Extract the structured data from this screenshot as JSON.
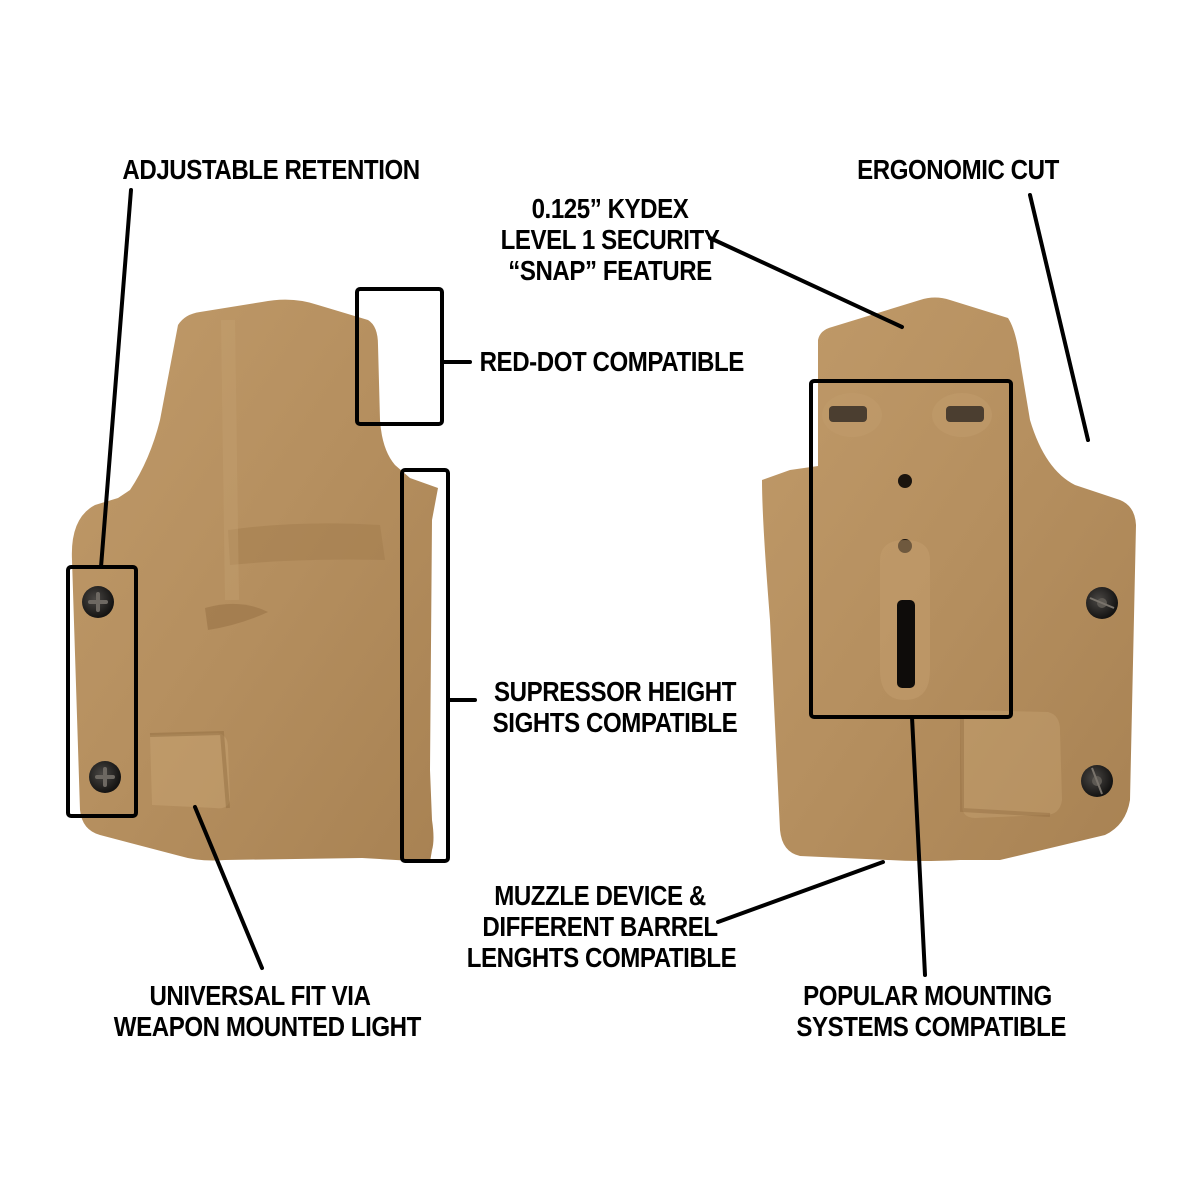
{
  "colors": {
    "background": "#ffffff",
    "kydex_tan": "#b58f5f",
    "kydex_shadow": "#9c7648",
    "kydex_highlight": "#c39e6e",
    "callout_line": "#000000",
    "hardware": "#1d1c1b"
  },
  "callouts": [
    {
      "id": "adjustable-retention",
      "lines": [
        "ADJUSTABLE RETENTION"
      ]
    },
    {
      "id": "kydex-security",
      "lines": [
        "0.125” KYDEX",
        "LEVEL 1 SECURITY",
        "“SNAP” FEATURE"
      ]
    },
    {
      "id": "ergonomic-cut",
      "lines": [
        "ERGONOMIC CUT"
      ]
    },
    {
      "id": "red-dot",
      "lines": [
        "RED-DOT COMPATIBLE"
      ]
    },
    {
      "id": "suppressor-sights",
      "lines": [
        "SUPRESSOR HEIGHT",
        "SIGHTS COMPATIBLE"
      ]
    },
    {
      "id": "muzzle-device",
      "lines": [
        "MUZZLE DEVICE &",
        "DIFFERENT BARREL",
        "LENGHTS COMPATIBLE"
      ]
    },
    {
      "id": "universal-fit",
      "lines": [
        "UNIVERSAL FIT VIA",
        "WEAPON MOUNTED LIGHT"
      ]
    },
    {
      "id": "mounting-systems",
      "lines": [
        "POPULAR MOUNTING",
        "SYSTEMS COMPATIBLE"
      ]
    }
  ],
  "images": [
    {
      "id": "holster-front",
      "description": "holster front view"
    },
    {
      "id": "holster-back",
      "description": "holster back view"
    }
  ]
}
